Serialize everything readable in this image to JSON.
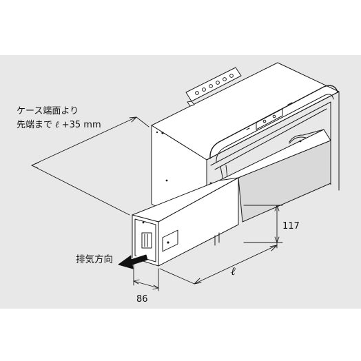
{
  "labels": {
    "case_line1": "ケース端面より",
    "case_line2_prefix": "先端まで",
    "case_line2_symbol": "ℓ",
    "case_line2_suffix": "+35 mm",
    "exhaust_direction": "排気方向",
    "height_dim": "117",
    "length_dim": "ℓ",
    "width_dim": "86"
  },
  "colors": {
    "panel_background": "#e8e8e8",
    "line": "#1a1a1a",
    "body_fill": "#ffffff",
    "duct_shade": "#d9d9d9"
  },
  "icons": {
    "exhaust_arrow": "arrow-left-icon"
  }
}
